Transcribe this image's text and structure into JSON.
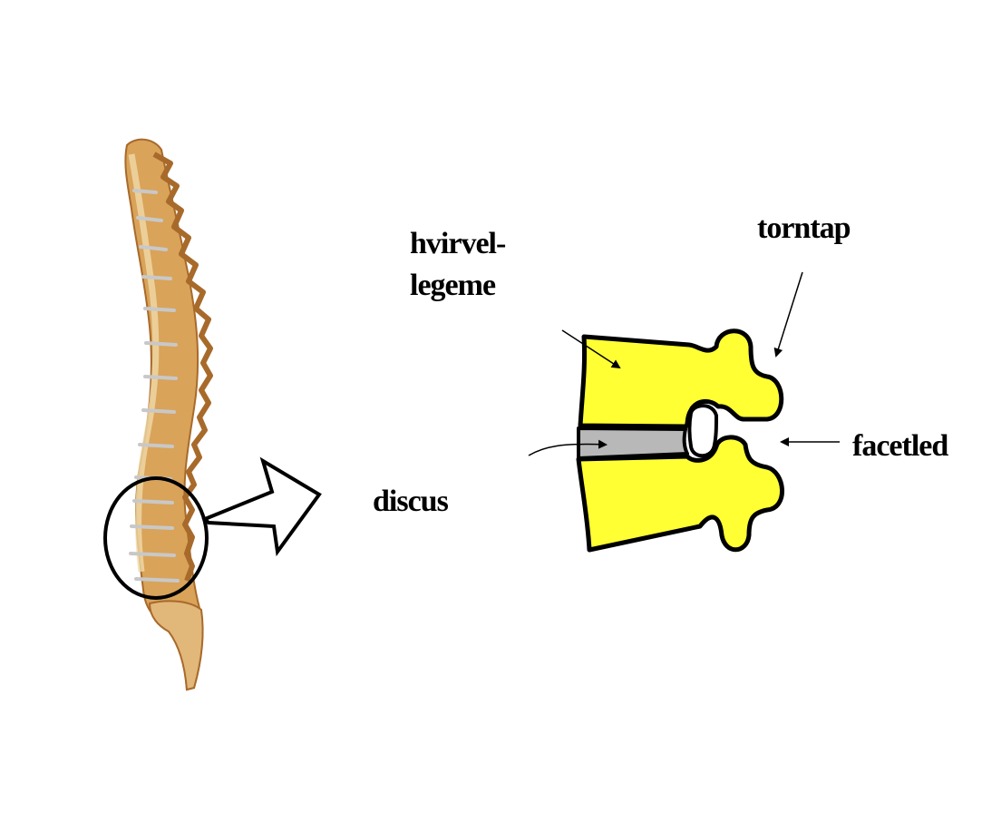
{
  "labels": {
    "vertebral_body_line1": "hvirvel-",
    "vertebral_body_line2": "legeme",
    "spinous_process": "torntap",
    "facet_joint": "facetled",
    "disc": "discus"
  },
  "colors": {
    "vertebra_fill": "#ffff33",
    "disc_fill": "#b8b8b8",
    "outline": "#000000",
    "bone_light": "#f0d9a8",
    "bone_mid": "#d9a35a",
    "bone_dark": "#a86a2a",
    "disc_grey": "#c8c8c8"
  }
}
